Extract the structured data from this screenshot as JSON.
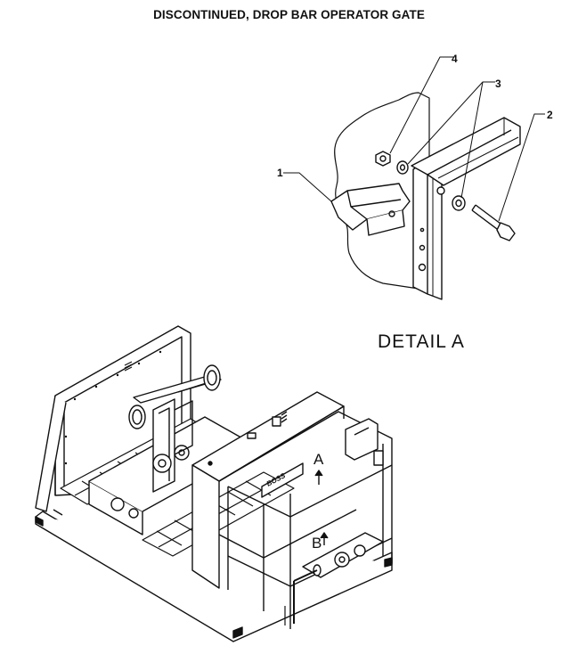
{
  "title": "DISCONTINUED, DROP BAR OPERATOR GATE",
  "detail_label": "DETAIL  A",
  "callouts": {
    "c1": "1",
    "c2": "2",
    "c3": "3",
    "c4": "4"
  },
  "view_markers": {
    "a": "A",
    "b": "B"
  },
  "logo_text": "BOSS"
}
